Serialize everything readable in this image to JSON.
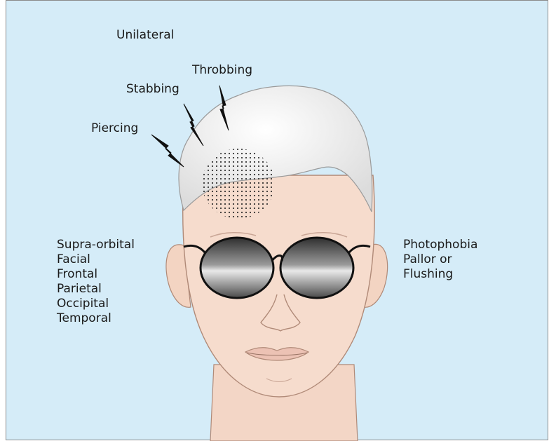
{
  "labels": {
    "unilateral": "Unilateral",
    "throbbing": "Throbbing",
    "stabbing": "Stabbing",
    "piercing": "Piercing"
  },
  "locations": [
    "Supra-orbital",
    "Facial",
    "Frontal",
    "Parietal",
    "Occipital",
    "Temporal"
  ],
  "symptoms": [
    "Photophobia",
    "Pallor or",
    "Flushing"
  ],
  "colors": {
    "background": "#d5ecf8",
    "skin": "#f6dccd",
    "hair": "#f2f2f2",
    "lens": "#6e6e6e",
    "bolt": "#111111"
  },
  "icons": [
    "lightning-bolt-icon",
    "sunglasses-icon"
  ]
}
